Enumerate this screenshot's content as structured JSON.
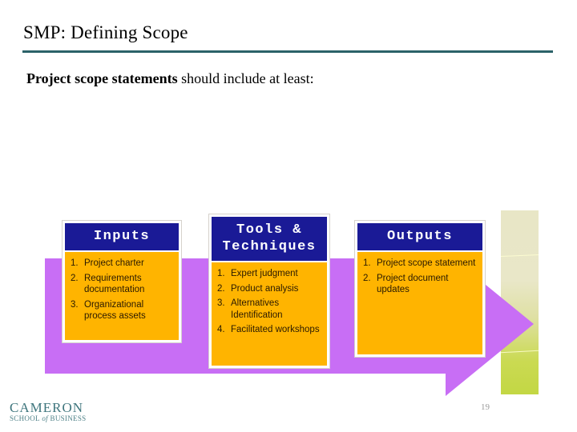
{
  "slide": {
    "title": "SMP: Defining Scope",
    "rule_color": "#2b6268",
    "subtitle_bold": "Project scope statements",
    "subtitle_rest": " should include at least:",
    "page_number": "19"
  },
  "diagram": {
    "arrow_color": "#c86ef5",
    "header_bg": "#1a1a96",
    "body_bg": "#ffb400",
    "band_top_color": "#e8e6c6",
    "band_bottom_color": "#c3d744",
    "boxes": [
      {
        "id": "inputs",
        "header": "Inputs",
        "items": [
          {
            "num": "1.",
            "text": "Project charter"
          },
          {
            "num": "2.",
            "text": "Requirements documentation"
          },
          {
            "num": "3.",
            "text": "Organizational process assets"
          }
        ]
      },
      {
        "id": "tools",
        "header": "Tools & Techniques",
        "header_line1": "Tools &",
        "header_line2": "Techniques",
        "items": [
          {
            "num": "1.",
            "text": "Expert judgment"
          },
          {
            "num": "2.",
            "text": "Product analysis"
          },
          {
            "num": "3.",
            "text": "Alternatives Identification"
          },
          {
            "num": "4.",
            "text": "Facilitated workshops"
          }
        ]
      },
      {
        "id": "outputs",
        "header": "Outputs",
        "items": [
          {
            "num": "1.",
            "text": "Project scope statement"
          },
          {
            "num": "2.",
            "text": "Project document updates"
          }
        ]
      }
    ]
  },
  "footer": {
    "logo_main": "CAMERON",
    "logo_sub_1": "SCHOOL",
    "logo_sub_of": " of ",
    "logo_sub_2": "BUSINESS"
  }
}
